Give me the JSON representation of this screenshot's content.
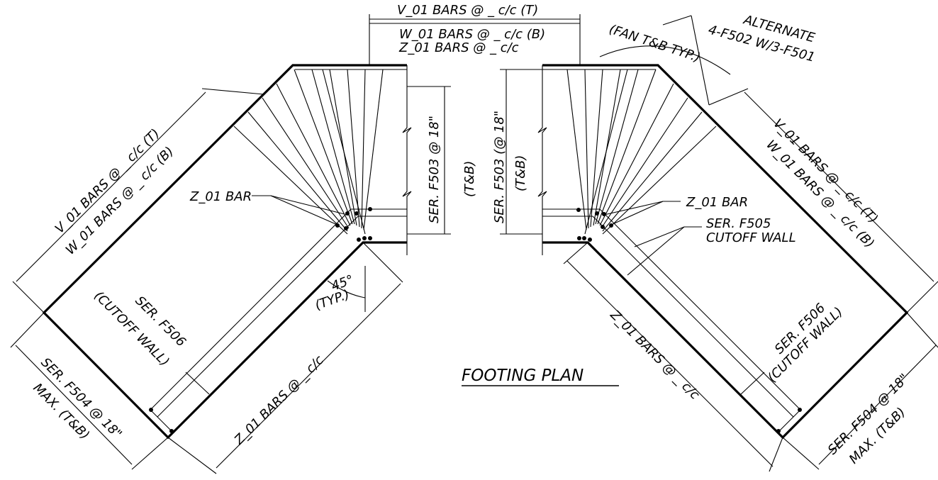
{
  "title": "FOOTING PLAN",
  "labels": {
    "top_v01": "V_01 BARS @ _ c/c (T)",
    "top_w01": "W_01 BARS @ _ c/c (B)",
    "top_z01": "Z_01 BARS @ _ c/c",
    "alt_line1": "ALTERNATE",
    "alt_line2": "4-F502  W/3-F501",
    "fan": "(FAN T&B TYP.)",
    "left_v01": "V_01 BARS @ _ c/c (T)",
    "left_w01": "W_01 BARS @ _ c/c (B)",
    "left_z01_bar": "Z_01 BAR",
    "left_f503": "SER. F503 @ 18\"",
    "left_f503_tb": "(T&B)",
    "angle": "45°",
    "angle_typ": "(TYP.)",
    "left_f506": "SER. F506",
    "left_f506_cw": "(CUTOFF WALL)",
    "left_z01_bars": "Z_01 BARS @ _ c/c",
    "left_f504": "SER. F504 @ 18\"",
    "left_f504_max": "MAX. (T&B)",
    "right_f503": "SER. F503 (@ 18\"",
    "right_f503_tb": "(T&B)",
    "right_z01_bar": "Z_01 BAR",
    "right_f505": "SER. F505",
    "right_f505_cw": "CUTOFF WALL",
    "right_v01": "V_01 BARS @ _ c/c (T)",
    "right_w01": "W_01 BARS @ _ c/c (B)",
    "right_z01_bars": "Z_01 BARS @ _ c/c",
    "right_f506": "SER. F506",
    "right_f506_cw": "(CUTOFF WALL)",
    "right_f504": "SER. F504 @ 18\"",
    "right_f504_max": "MAX. (T&B)"
  }
}
